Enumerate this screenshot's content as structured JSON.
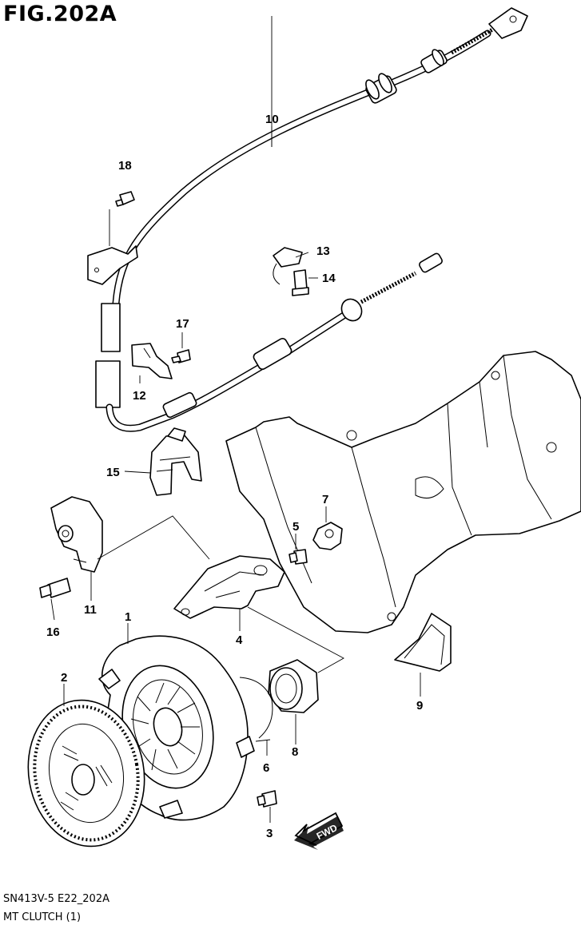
{
  "figure": {
    "title": "FIG.202A",
    "code": "SN413V-5 E22_202A",
    "subtitle": "MT CLUTCH (1)",
    "fwd_label": "FWD"
  },
  "callouts": {
    "p1": "1",
    "p2": "2",
    "p3": "3",
    "p4": "4",
    "p5": "5",
    "p6": "6",
    "p7": "7",
    "p8": "8",
    "p9": "9",
    "p10": "10",
    "p11": "11",
    "p12": "12",
    "p13": "13",
    "p14": "14",
    "p15": "15",
    "p16": "16",
    "p17": "17",
    "p18": "18"
  }
}
